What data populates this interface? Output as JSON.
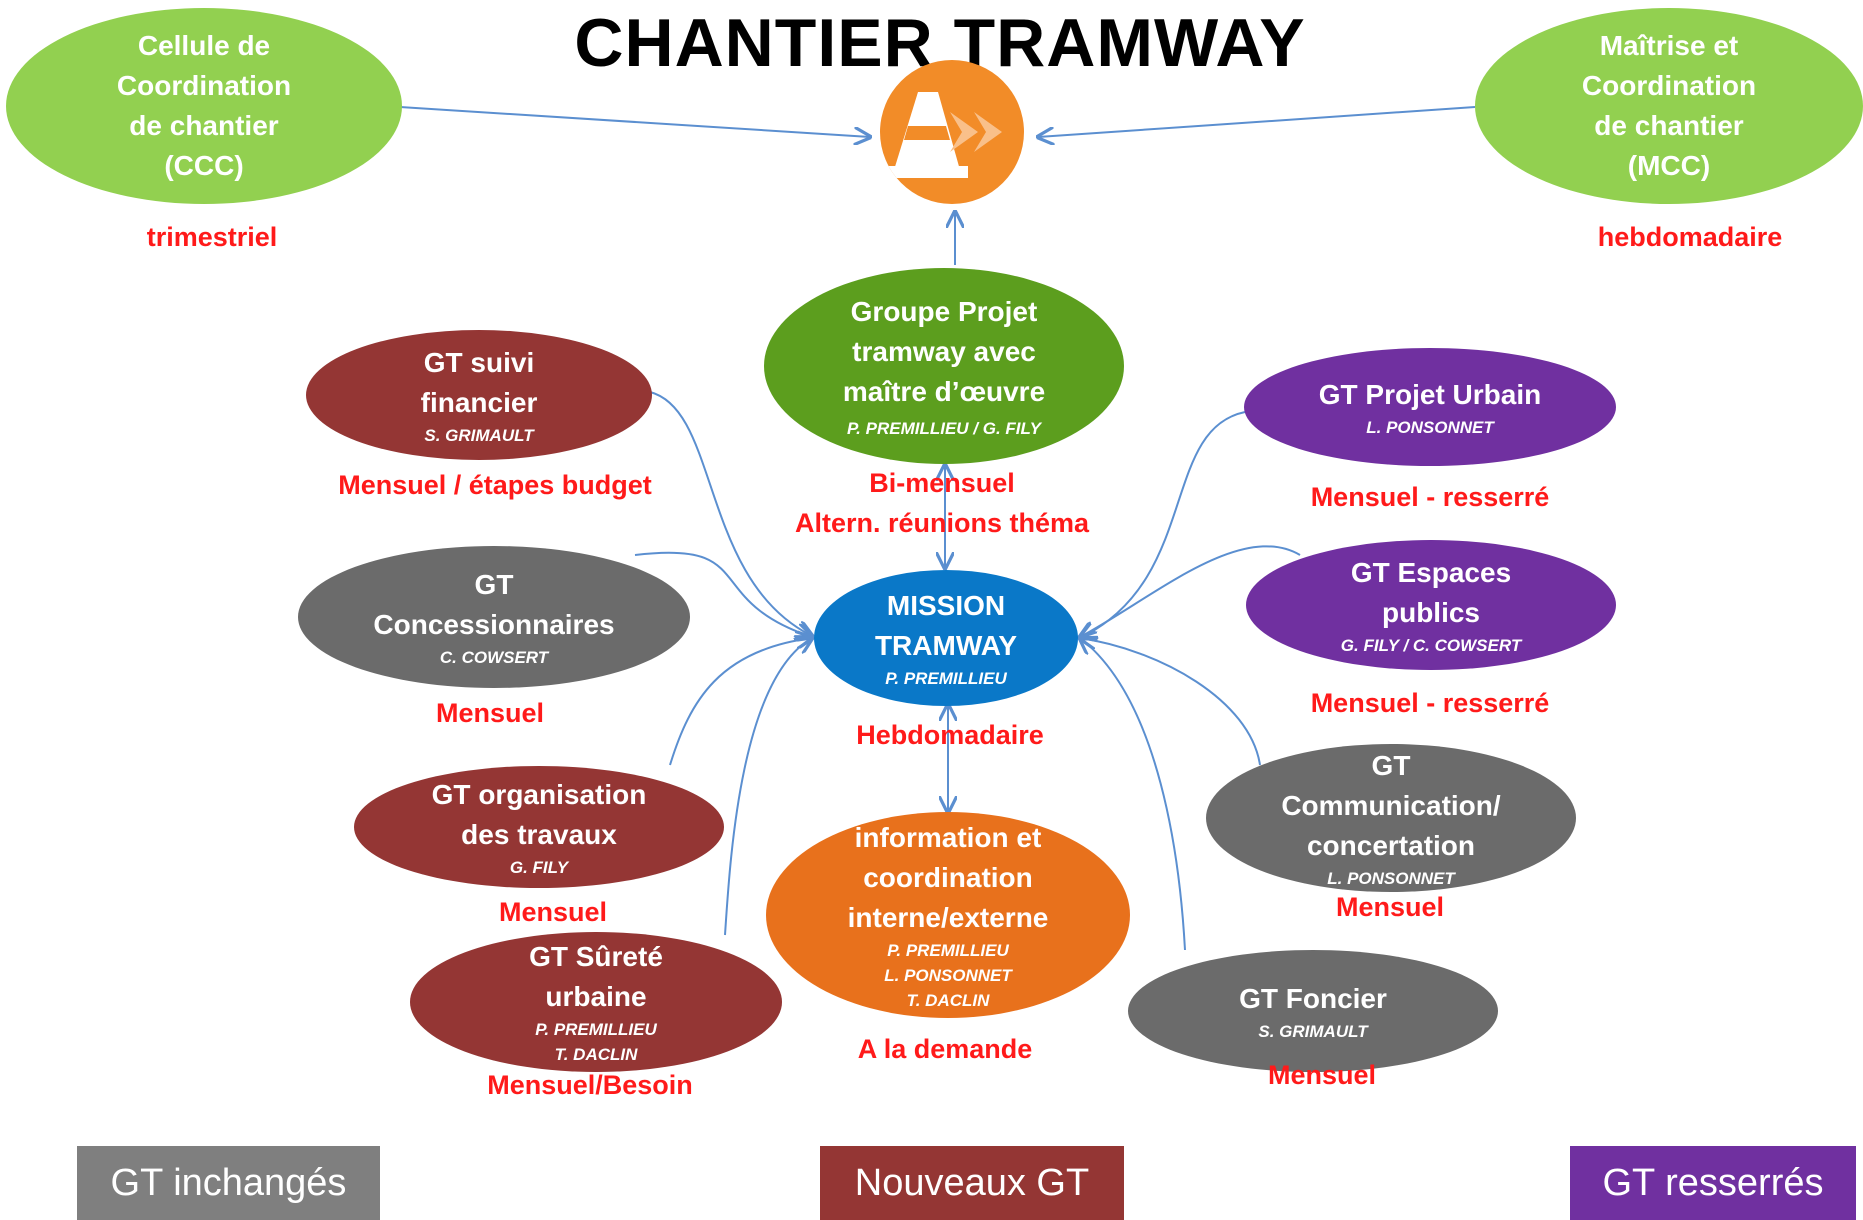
{
  "title": "CHANTIER TRAMWAY",
  "top_nodes": {
    "ccc": {
      "label": "Cellule de\nCoordination\nde chantier\n(CCC)",
      "frequency": "trimestriel"
    },
    "mcc": {
      "label": "Maîtrise et\nCoordination\nde chantier\n(MCC)",
      "frequency": "hebdomadaire"
    }
  },
  "center": {
    "groupe_projet": {
      "label": "Groupe Projet\ntramway avec\nmaître d’œuvre",
      "people": "P. PREMILLIEU / G. FILY",
      "frequency_1": "Bi-mensuel",
      "frequency_2": "Altern. réunions théma"
    },
    "mission": {
      "label": "MISSION\nTRAMWAY",
      "people": "P. PREMILLIEU",
      "frequency": "Hebdomadaire"
    },
    "information": {
      "label": "information et\ncoordination\ninterne/externe",
      "people": "P. PREMILLIEU\nL. PONSONNET\nT. DACLIN",
      "frequency": "A la demande"
    }
  },
  "left_nodes": [
    {
      "label": "GT suivi\nfinancier",
      "people": "S. GRIMAULT",
      "frequency": "Mensuel / étapes budget"
    },
    {
      "label": "GT\nConcessionnaires",
      "people": "C. COWSERT",
      "frequency": "Mensuel"
    },
    {
      "label": "GT organisation\ndes travaux",
      "people": "G. FILY",
      "frequency": "Mensuel"
    },
    {
      "label": "GT Sûreté\nurbaine",
      "people": "P. PREMILLIEU\nT. DACLIN",
      "frequency": "Mensuel/Besoin"
    }
  ],
  "right_nodes": [
    {
      "label": "GT Projet Urbain",
      "people": "L. PONSONNET",
      "frequency": "Mensuel - resserré"
    },
    {
      "label": "GT Espaces\npublics",
      "people": "G. FILY / C. COWSERT",
      "frequency": "Mensuel - resserré"
    },
    {
      "label": "GT\nCommunication/\nconcertation",
      "people": "L. PONSONNET",
      "frequency": "Mensuel"
    },
    {
      "label": "GT Foncier",
      "people": "S. GRIMAULT",
      "frequency": "Mensuel"
    }
  ],
  "legend": [
    {
      "label": "GT inchangés",
      "color": "#7f7f7f"
    },
    {
      "label": "Nouveaux GT",
      "color": "#943634"
    },
    {
      "label": "GT resserrés",
      "color": "#7030a0"
    }
  ],
  "colors": {
    "frequency_text": "#ff1a1a",
    "connector": "#5b8fd0"
  },
  "logo_icon": "traffic-cone-arrows-icon"
}
